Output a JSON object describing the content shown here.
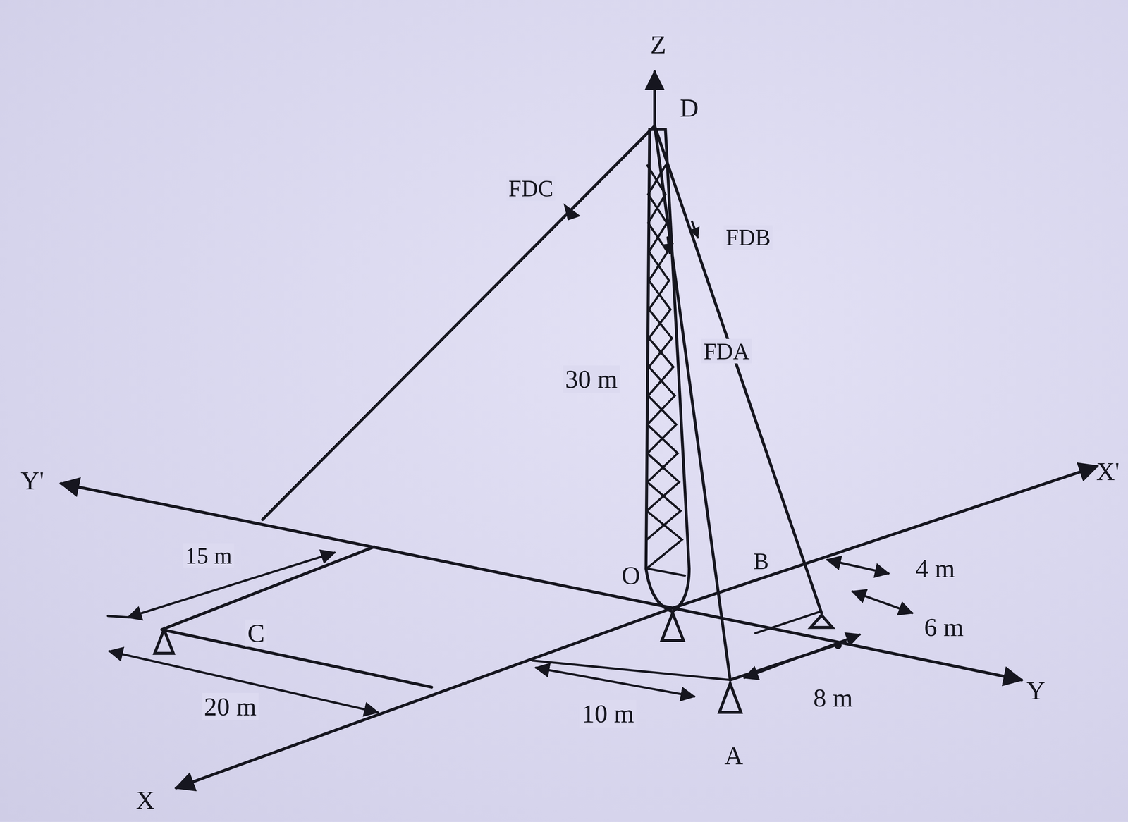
{
  "diagram": {
    "labels": [
      "Z",
      "D",
      "FDC",
      "FDB",
      "FDA",
      "30 m",
      "Y'",
      "X'",
      "15 m",
      "O",
      "B",
      "4 m",
      "6 m",
      "C",
      "20 m",
      "10 m",
      "8 m",
      "A",
      "Y",
      "X"
    ]
  }
}
